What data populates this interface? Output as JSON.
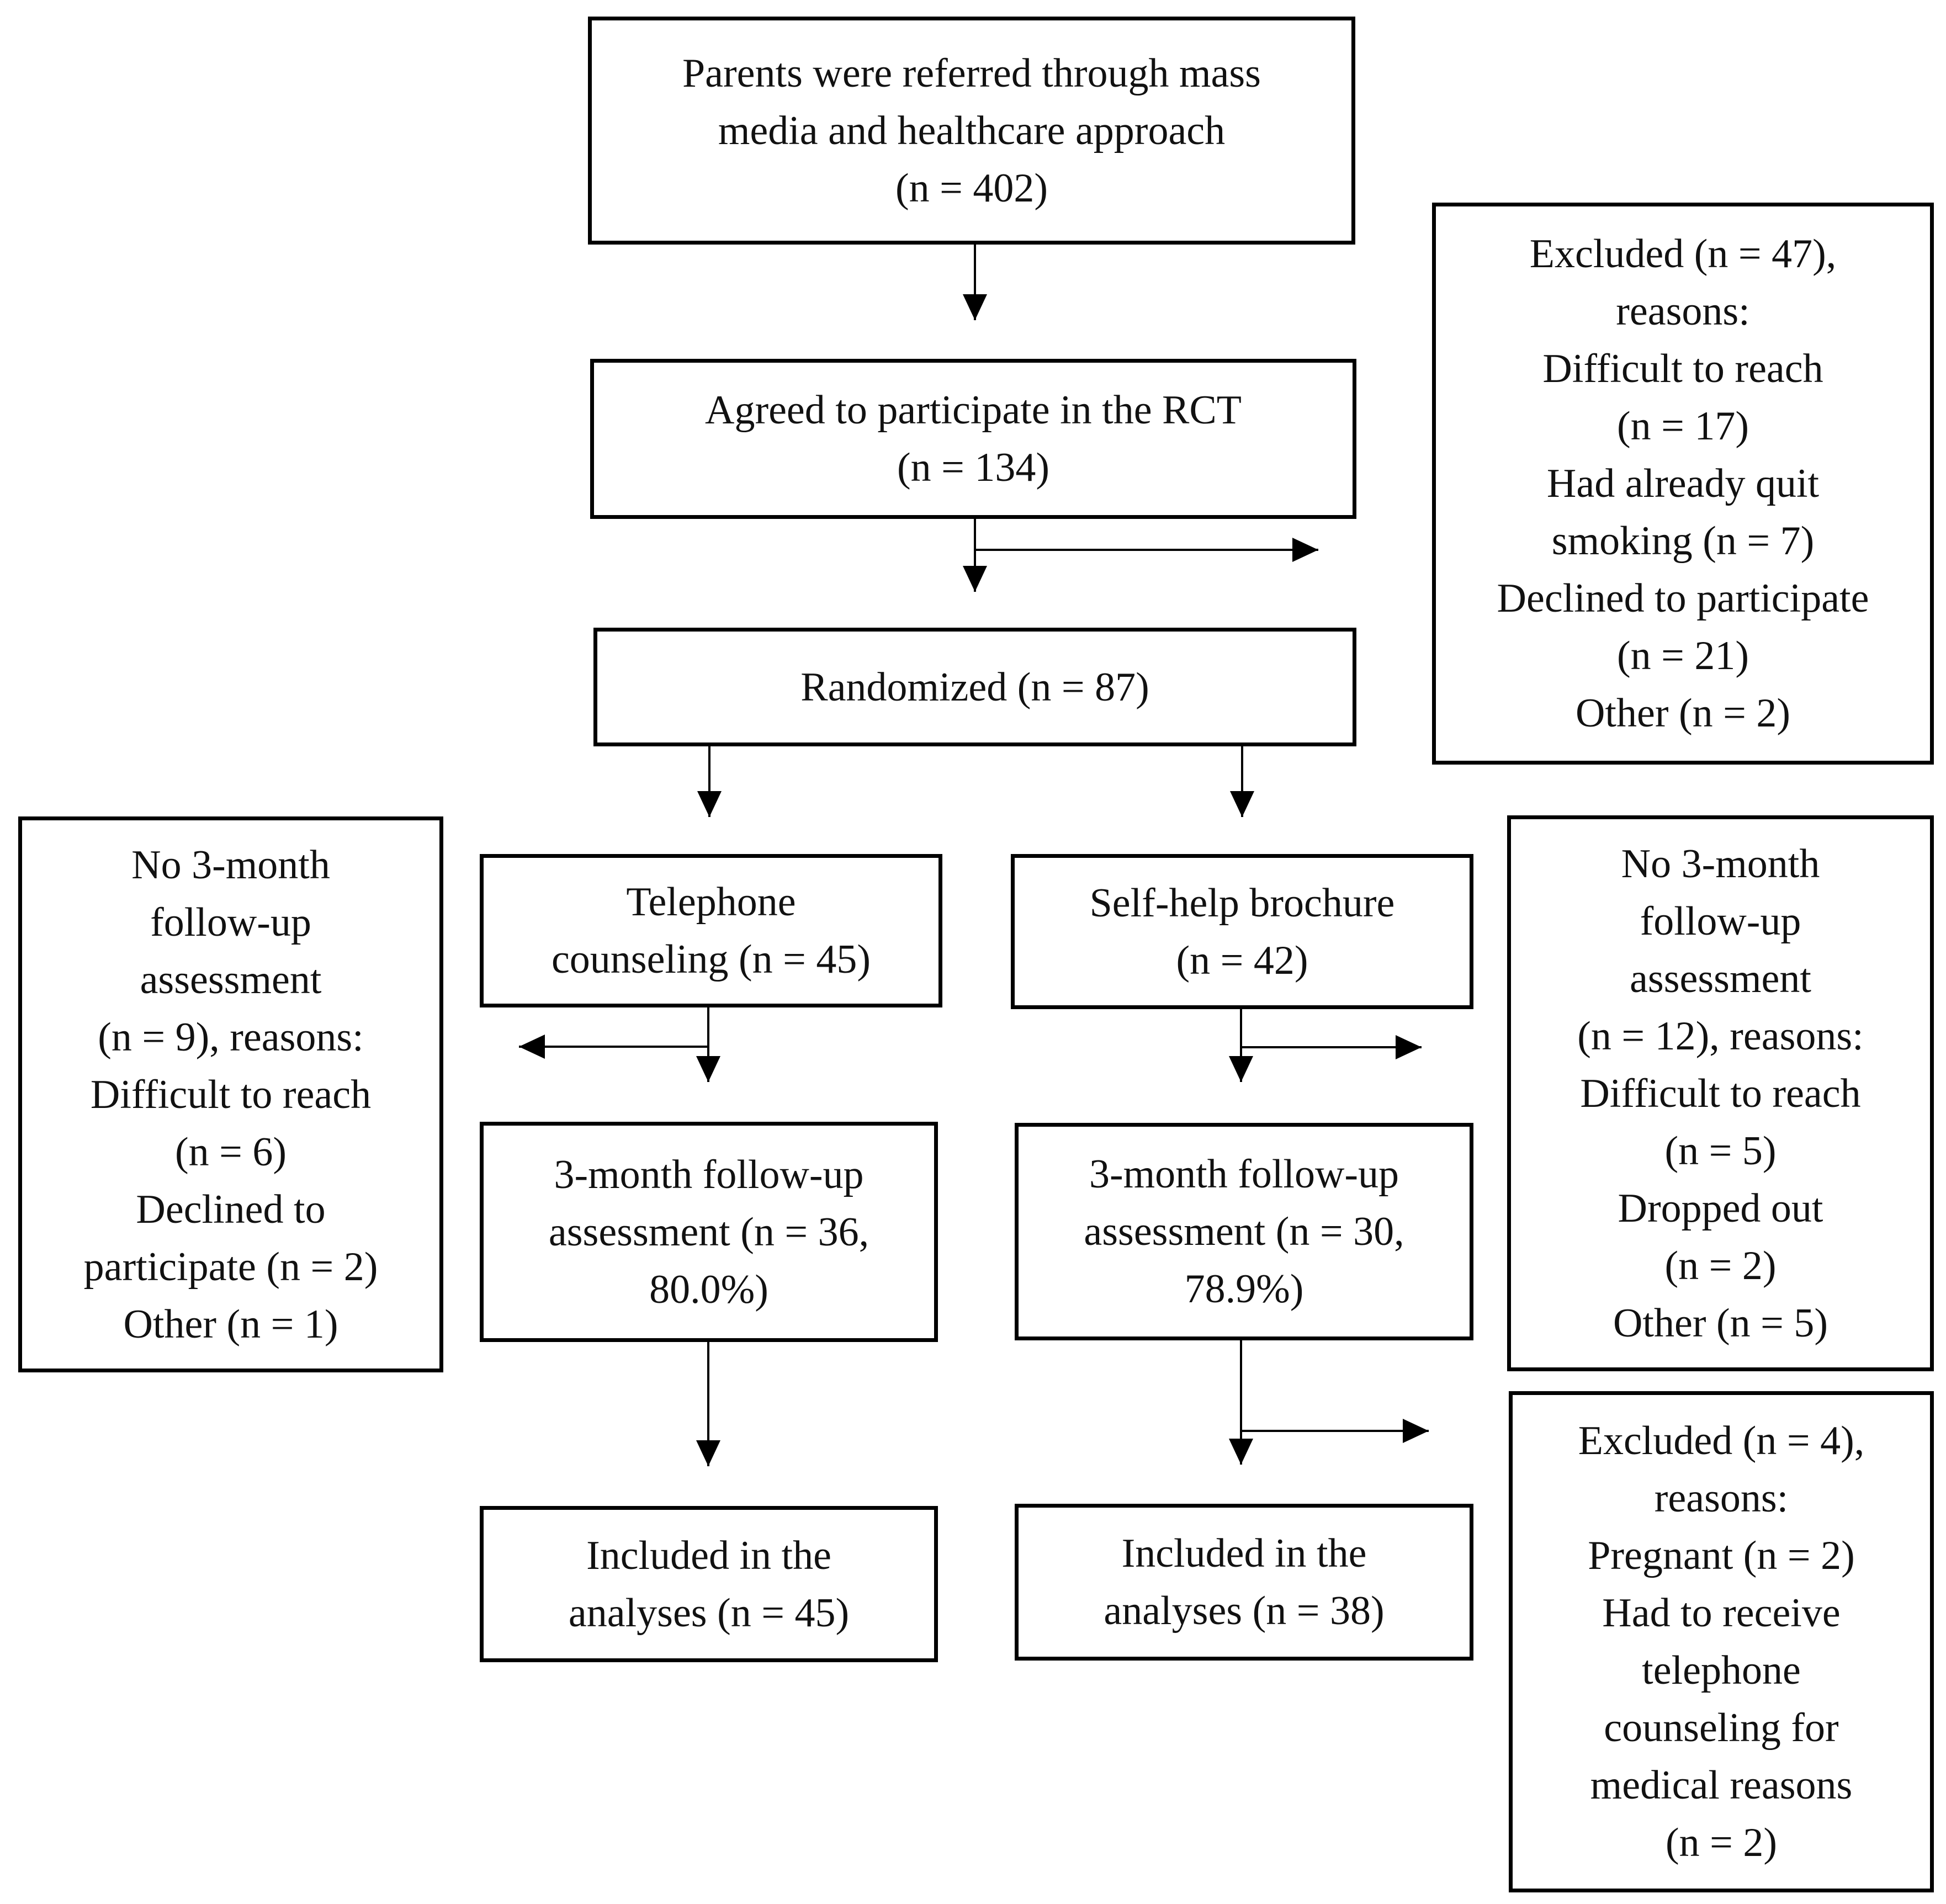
{
  "boxes": {
    "referred": [
      "Parents were referred through mass",
      "media and healthcare approach",
      "(n = 402)"
    ],
    "agreed": [
      "Agreed to participate in the RCT",
      "(n = 134)"
    ],
    "randomized": [
      "Randomized (n = 87)"
    ],
    "excluded_pre": [
      "Excluded (n = 47),",
      "reasons:",
      "Difficult to reach",
      "(n = 17)",
      "Had already quit",
      "smoking (n = 7)",
      "Declined to participate",
      "(n = 21)",
      "Other (n = 2)"
    ],
    "telephone": [
      "Telephone",
      "counseling (n = 45)"
    ],
    "selfhelp": [
      "Self-help brochure",
      "(n = 42)"
    ],
    "nofollow_left": [
      "No 3-month",
      "follow-up",
      "assessment",
      "(n = 9), reasons:",
      "Difficult to reach",
      "(n = 6)",
      "Declined to",
      "participate (n = 2)",
      "Other (n = 1)"
    ],
    "nofollow_right": [
      "No 3-month",
      "follow-up",
      "assessment",
      "(n = 12), reasons:",
      "Difficult to reach",
      "(n = 5)",
      "Dropped out",
      "(n = 2)",
      "Other (n = 5)"
    ],
    "followup_left": [
      "3-month follow-up",
      "assessment (n = 36,",
      "80.0%)"
    ],
    "followup_right": [
      "3-month follow-up",
      "assessment (n = 30,",
      "78.9%)"
    ],
    "included_left": [
      "Included in the",
      "analyses (n = 45)"
    ],
    "included_right": [
      "Included in the",
      "analyses (n = 38)"
    ],
    "excluded_post": [
      "Excluded (n = 4),",
      "reasons:",
      "Pregnant (n = 2)",
      "Had to receive",
      "telephone",
      "counseling for",
      "medical reasons",
      "(n = 2)"
    ]
  }
}
